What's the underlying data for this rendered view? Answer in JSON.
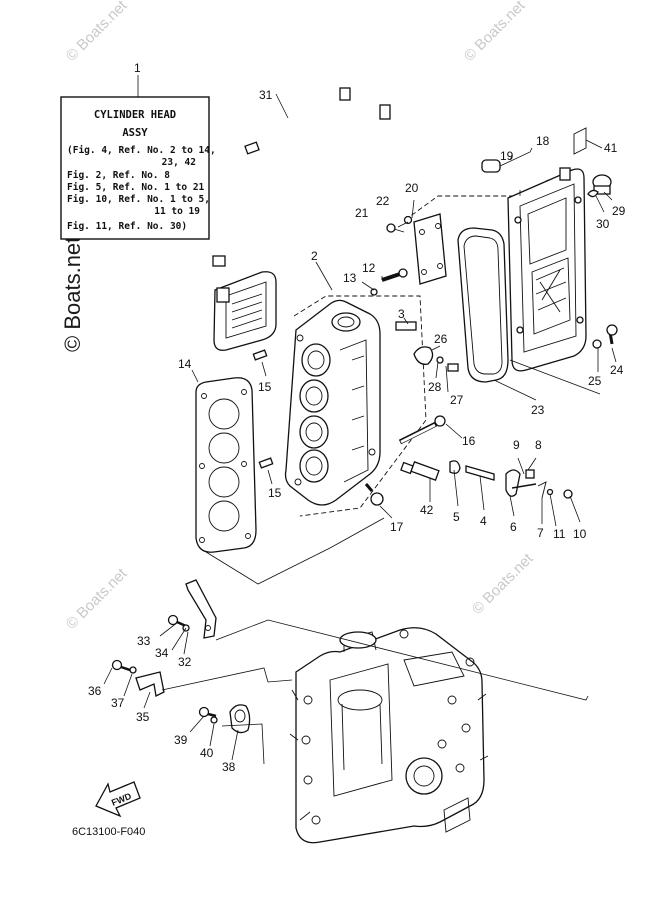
{
  "info_box": {
    "callout": "1",
    "title_line1": "CYLINDER HEAD",
    "title_line2": "ASSY",
    "lines": [
      "(Fig. 4, Ref. No. 2 to 14,",
      "23, 42",
      "Fig. 2, Ref. No. 8",
      "Fig. 5, Ref. No. 1 to 21",
      "Fig. 10, Ref. No. 1 to 5,",
      "11 to 19",
      "Fig. 11, Ref. No. 30)"
    ]
  },
  "watermark": {
    "side_text": "© Boats.net",
    "tile_text": "© Boats.net"
  },
  "callouts": {
    "c2": "2",
    "c3": "3",
    "c4": "4",
    "c5": "5",
    "c6": "6",
    "c7": "7",
    "c8": "8",
    "c9": "9",
    "c10": "10",
    "c11": "11",
    "c12": "12",
    "c13": "13",
    "c14": "14",
    "c15a": "15",
    "c15b": "15",
    "c16": "16",
    "c17": "17",
    "c18": "18",
    "c19": "19",
    "c20": "20",
    "c21": "21",
    "c22": "22",
    "c23": "23",
    "c24": "24",
    "c25": "25",
    "c26": "26",
    "c27": "27",
    "c28": "28",
    "c29": "29",
    "c30": "30",
    "c31": "31",
    "c32": "32",
    "c33": "33",
    "c34": "34",
    "c35": "35",
    "c36": "36",
    "c37": "37",
    "c38": "38",
    "c39": "39",
    "c40": "40",
    "c41": "41",
    "c42": "42"
  },
  "fwd_label": "FWD",
  "diagram_code": "6C13100-F040",
  "colors": {
    "line": "#111111",
    "watermark": "#c9c9c9",
    "background": "#ffffff"
  }
}
